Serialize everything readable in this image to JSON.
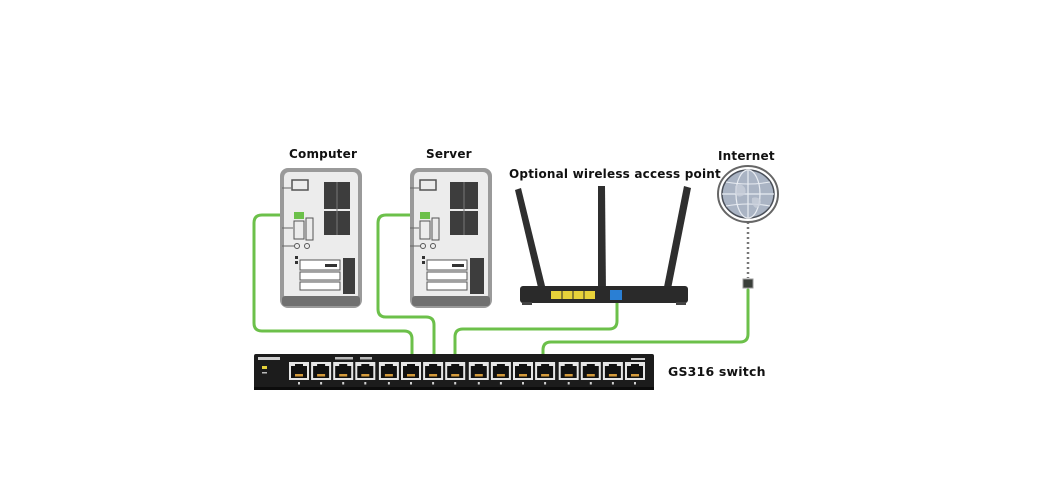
{
  "labels": {
    "computer": "Computer",
    "server": "Server",
    "access_point": "Optional wireless access point",
    "internet": "Internet",
    "switch": "GS316 switch"
  },
  "switch": {
    "port_count": 16,
    "connected_ports": [
      6,
      7,
      8,
      12
    ]
  },
  "colors": {
    "cable": "#6cc04a",
    "switch_body": "#1c1c1c",
    "tower": "#d9d9d9",
    "router_body": "#2a2a2a",
    "router_ports": "#e8d23a",
    "router_uplink": "#2a7fd4",
    "globe": "#aab4c4"
  }
}
